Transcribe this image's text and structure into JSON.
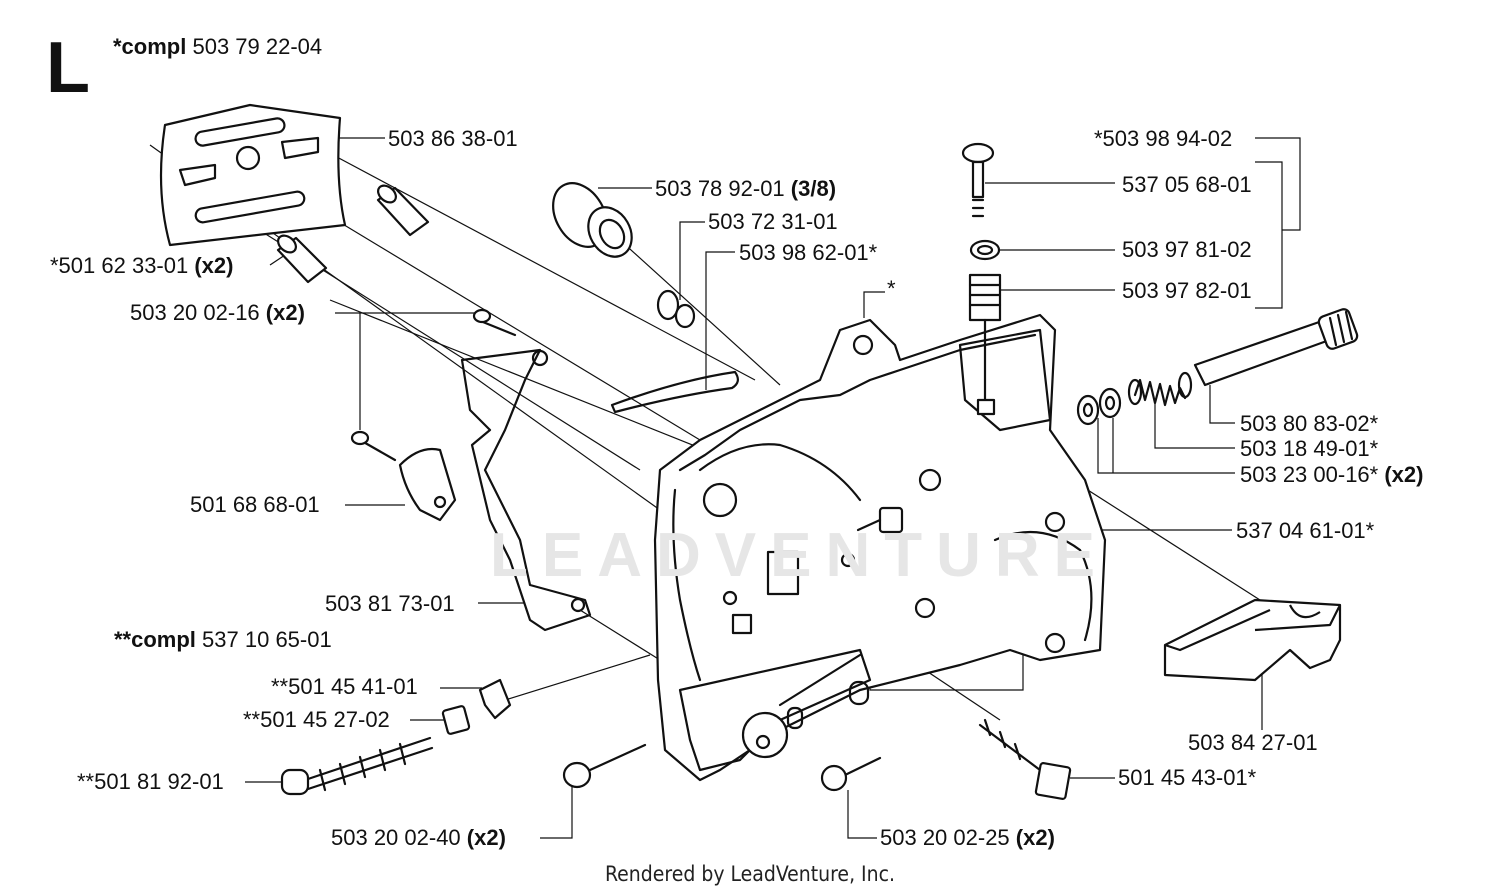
{
  "section_letter": "L",
  "watermark": "LEADVENTURE",
  "footer": "Rendered by LeadVenture, Inc.",
  "labels": [
    {
      "id": "compl-50379",
      "pre": "*compl",
      "text": "503 79 22-04",
      "suffix": "",
      "prebold": true
    },
    {
      "id": "p50386",
      "pre": "",
      "text": "503 86 38-01",
      "suffix": ""
    },
    {
      "id": "p50378",
      "pre": "",
      "text": "503 78 92-01",
      "suffix": "(3/8)"
    },
    {
      "id": "p50372",
      "pre": "",
      "text": "503 72 31-01",
      "suffix": ""
    },
    {
      "id": "p50398-62",
      "pre": "",
      "text": "503 98 62-01*",
      "suffix": ""
    },
    {
      "id": "star",
      "pre": "",
      "text": "*",
      "suffix": ""
    },
    {
      "id": "p50398-94",
      "pre": "",
      "text": "*503 98 94-02",
      "suffix": ""
    },
    {
      "id": "p53705",
      "pre": "",
      "text": "537 05 68-01",
      "suffix": ""
    },
    {
      "id": "p50397-81",
      "pre": "",
      "text": "503 97 81-02",
      "suffix": ""
    },
    {
      "id": "p50397-82",
      "pre": "",
      "text": "503 97 82-01",
      "suffix": ""
    },
    {
      "id": "p50162",
      "pre": "",
      "text": "*501 62 33-01",
      "suffix": "(x2)"
    },
    {
      "id": "p50320-16",
      "pre": "",
      "text": "503 20 02-16",
      "suffix": "(x2)"
    },
    {
      "id": "p50380",
      "pre": "",
      "text": "503 80 83-02*",
      "suffix": ""
    },
    {
      "id": "p50318",
      "pre": "",
      "text": "503 18 49-01*",
      "suffix": ""
    },
    {
      "id": "p50323",
      "pre": "",
      "text": "503 23 00-16*",
      "suffix": "(x2)"
    },
    {
      "id": "p50168",
      "pre": "",
      "text": "501 68 68-01",
      "suffix": ""
    },
    {
      "id": "p53704",
      "pre": "",
      "text": "537 04 61-01*",
      "suffix": ""
    },
    {
      "id": "p50381",
      "pre": "",
      "text": "503 81 73-01",
      "suffix": ""
    },
    {
      "id": "compl-53710",
      "pre": "**compl",
      "text": "537 10 65-01",
      "suffix": "",
      "prebold": true
    },
    {
      "id": "p50145-41",
      "pre": "",
      "text": "**501 45 41-01",
      "suffix": ""
    },
    {
      "id": "p50145-27",
      "pre": "",
      "text": "**501 45 27-02",
      "suffix": ""
    },
    {
      "id": "p50181",
      "pre": "",
      "text": "**501 81 92-01",
      "suffix": ""
    },
    {
      "id": "p50384",
      "pre": "",
      "text": "503 84 27-01",
      "suffix": ""
    },
    {
      "id": "p50145-43",
      "pre": "",
      "text": "501 45 43-01*",
      "suffix": ""
    },
    {
      "id": "p50320-40",
      "pre": "",
      "text": "503 20 02-40",
      "suffix": "(x2)"
    },
    {
      "id": "p50320-25",
      "pre": "",
      "text": "503 20 02-25",
      "suffix": "(x2)"
    }
  ]
}
